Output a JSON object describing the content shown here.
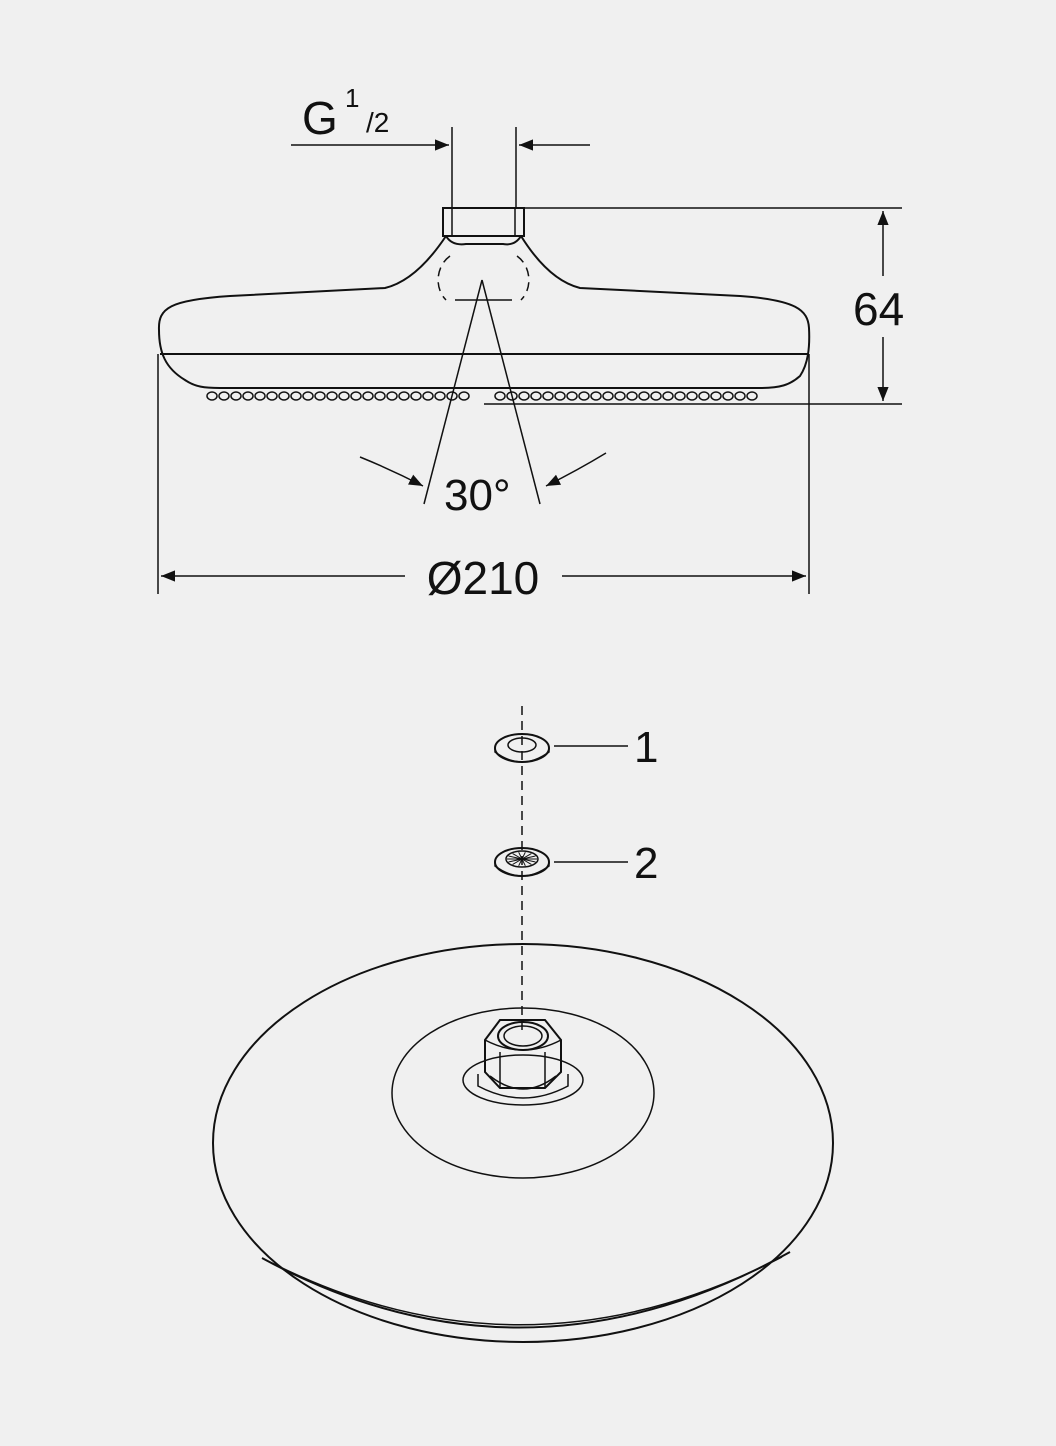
{
  "side_view": {
    "thread_label_main": "G",
    "thread_label_num": "1",
    "thread_label_den": "/2",
    "height_label": "64",
    "angle_label": "30°",
    "diameter_label": "Ø210"
  },
  "exploded_view": {
    "parts": [
      {
        "number": "1",
        "part": "washer"
      },
      {
        "number": "2",
        "part": "flow-restrictor"
      }
    ]
  }
}
